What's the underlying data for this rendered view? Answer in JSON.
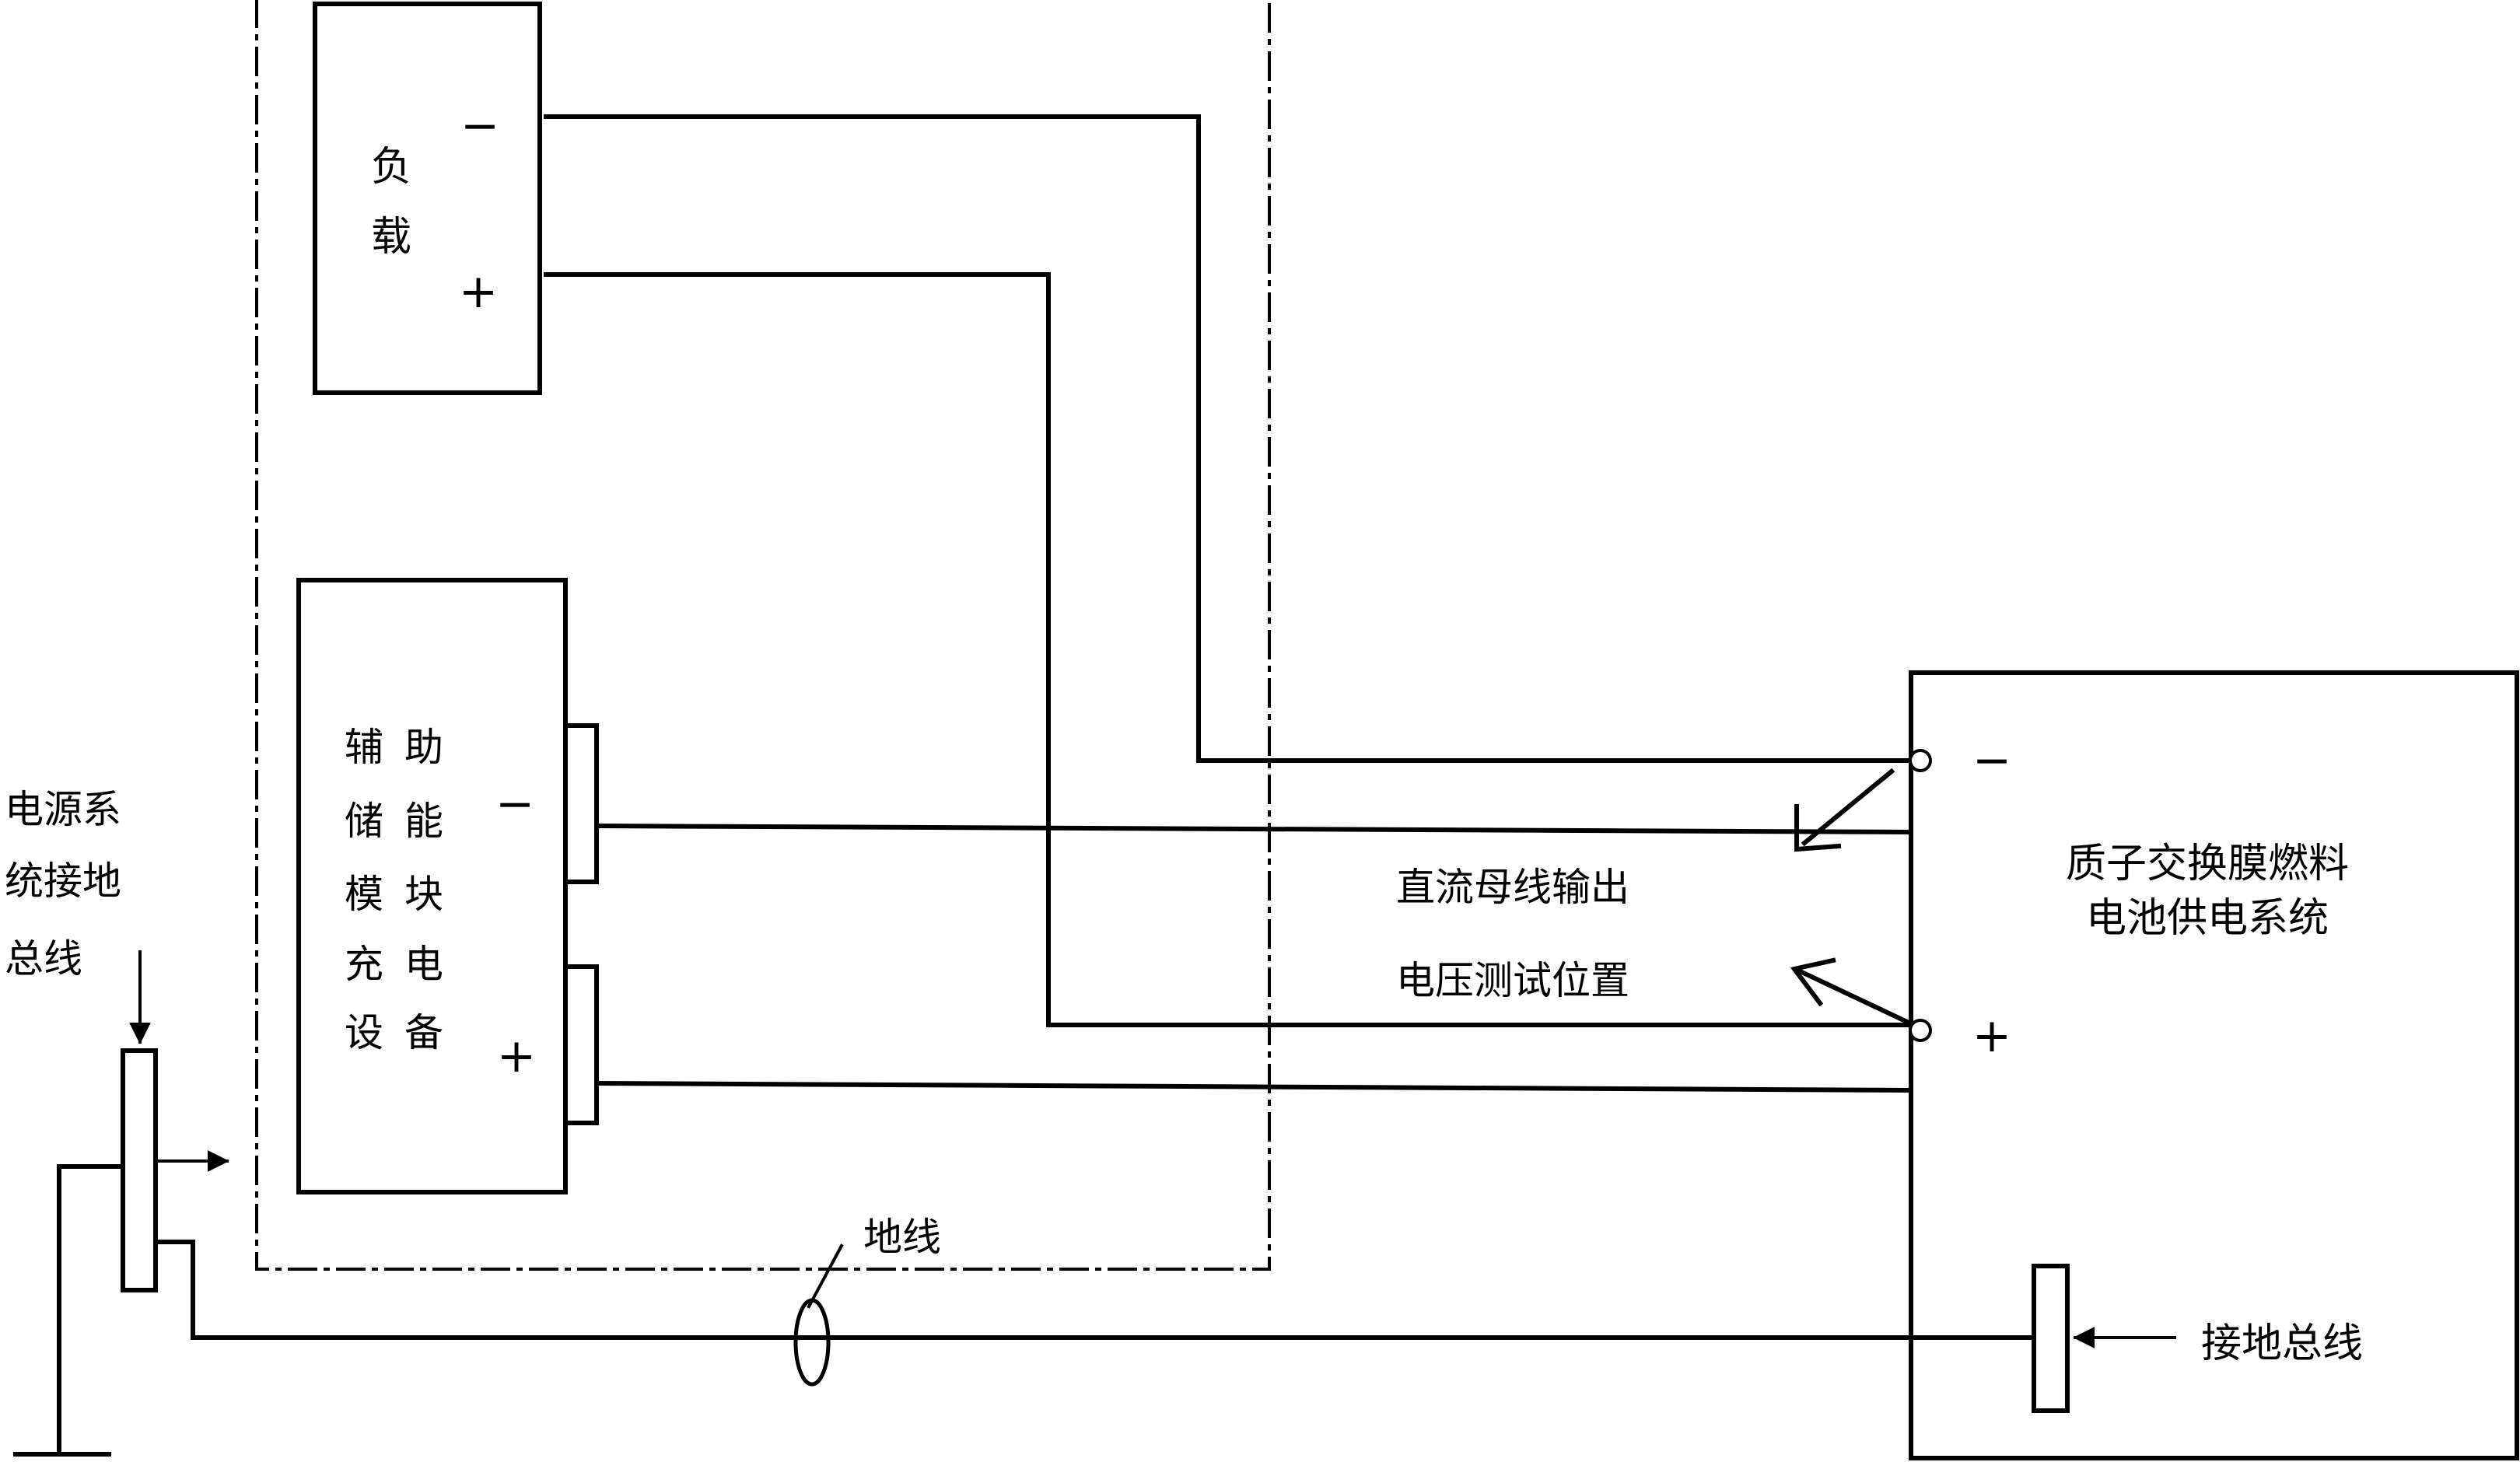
{
  "load": {
    "line1": "负",
    "line2": "载",
    "minus": "−",
    "plus": "+"
  },
  "aux_storage": {
    "col1": [
      "辅",
      "储",
      "模",
      "充",
      "设"
    ],
    "col2": [
      "助",
      "能",
      "块",
      "电",
      "备"
    ],
    "minus": "−",
    "plus": "+"
  },
  "fuel_cell": {
    "line1": "质子交换膜燃料",
    "line2": "电池供电系统",
    "minus": "−",
    "plus": "+"
  },
  "dc_bus": {
    "line1": "直流母线输出",
    "line2": "电压测试位置"
  },
  "power_ground": {
    "line1": "电源系",
    "line2": "统接地",
    "line3": "总线"
  },
  "ground_wire": {
    "label": "地线"
  },
  "ground_bus": {
    "label": "接地总线"
  }
}
